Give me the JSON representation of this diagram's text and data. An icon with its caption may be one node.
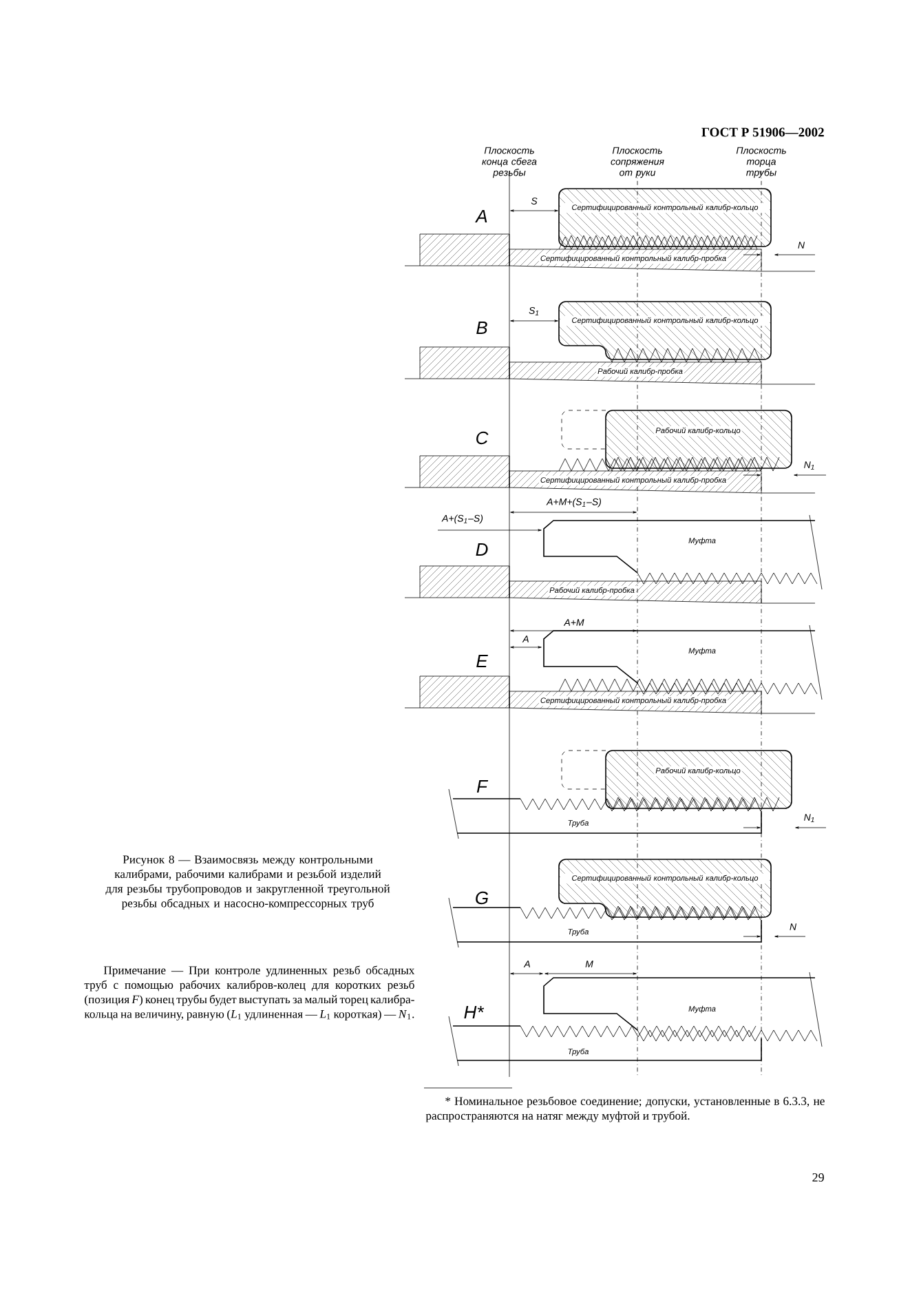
{
  "diagram": {
    "caption": "Рисунок 8 — Взаимосвязь между контрольными калибрами, рабочими калибрами и резьбой изделий для резьбы трубопроводов и закругленной треугольной резьбы обсадных и насосно-компрессорных труб",
    "labels": [
      "ГОСТ Р 51906—2002",
      "Плоскость конца сбега резьбы",
      "Плоскость сопряжения от руки",
      "Плоскость торца трубы",
      "A",
      "S",
      "Сертифицированный контрольный калибр-кольцо",
      "Сертифицированный контрольный калибр-пробка",
      "N",
      "B",
      "S$_{1}$",
      "Сертифицированный контрольный калибр-кольцо",
      "Рабочий калибр-пробка",
      "C",
      "Рабочий калибр-кольцо",
      "Сертифицированный контрольный калибр-пробка",
      "N$_{1}$",
      "A+M+(S$_{1}$–S)",
      "A+(S$_{1}$–S)",
      "D",
      "Муфта",
      "Рабочий калибр-пробка",
      "A+M",
      "A",
      "E",
      "Муфта",
      "Сертифицированный контрольный калибр-пробка",
      "F",
      "Рабочий калибр-кольцо",
      "Труба",
      "N$_{1}$",
      "G",
      "Сертифицированный контрольный калибр-кольцо",
      "Труба",
      "N",
      "A",
      "M",
      "H*",
      "Муфта",
      "Труба",
      "Примечание — При контроле удлиненных резьб обсадных труб с помощью рабочих калибров-колец для коротких резьб (позиция *F*) конец трубы будет выступать за малый торец калибра-кольца на величину, равную (*L*$_{1}$ удлиненная — *L*$_{1}$ короткая) — *N*$_{1}$.",
      "* Номинальное резьбовое соединение; допуски, установленные в 6.3.3, не распространяются на натяг между муфтой и трубой.",
      "29"
    ]
  }
}
